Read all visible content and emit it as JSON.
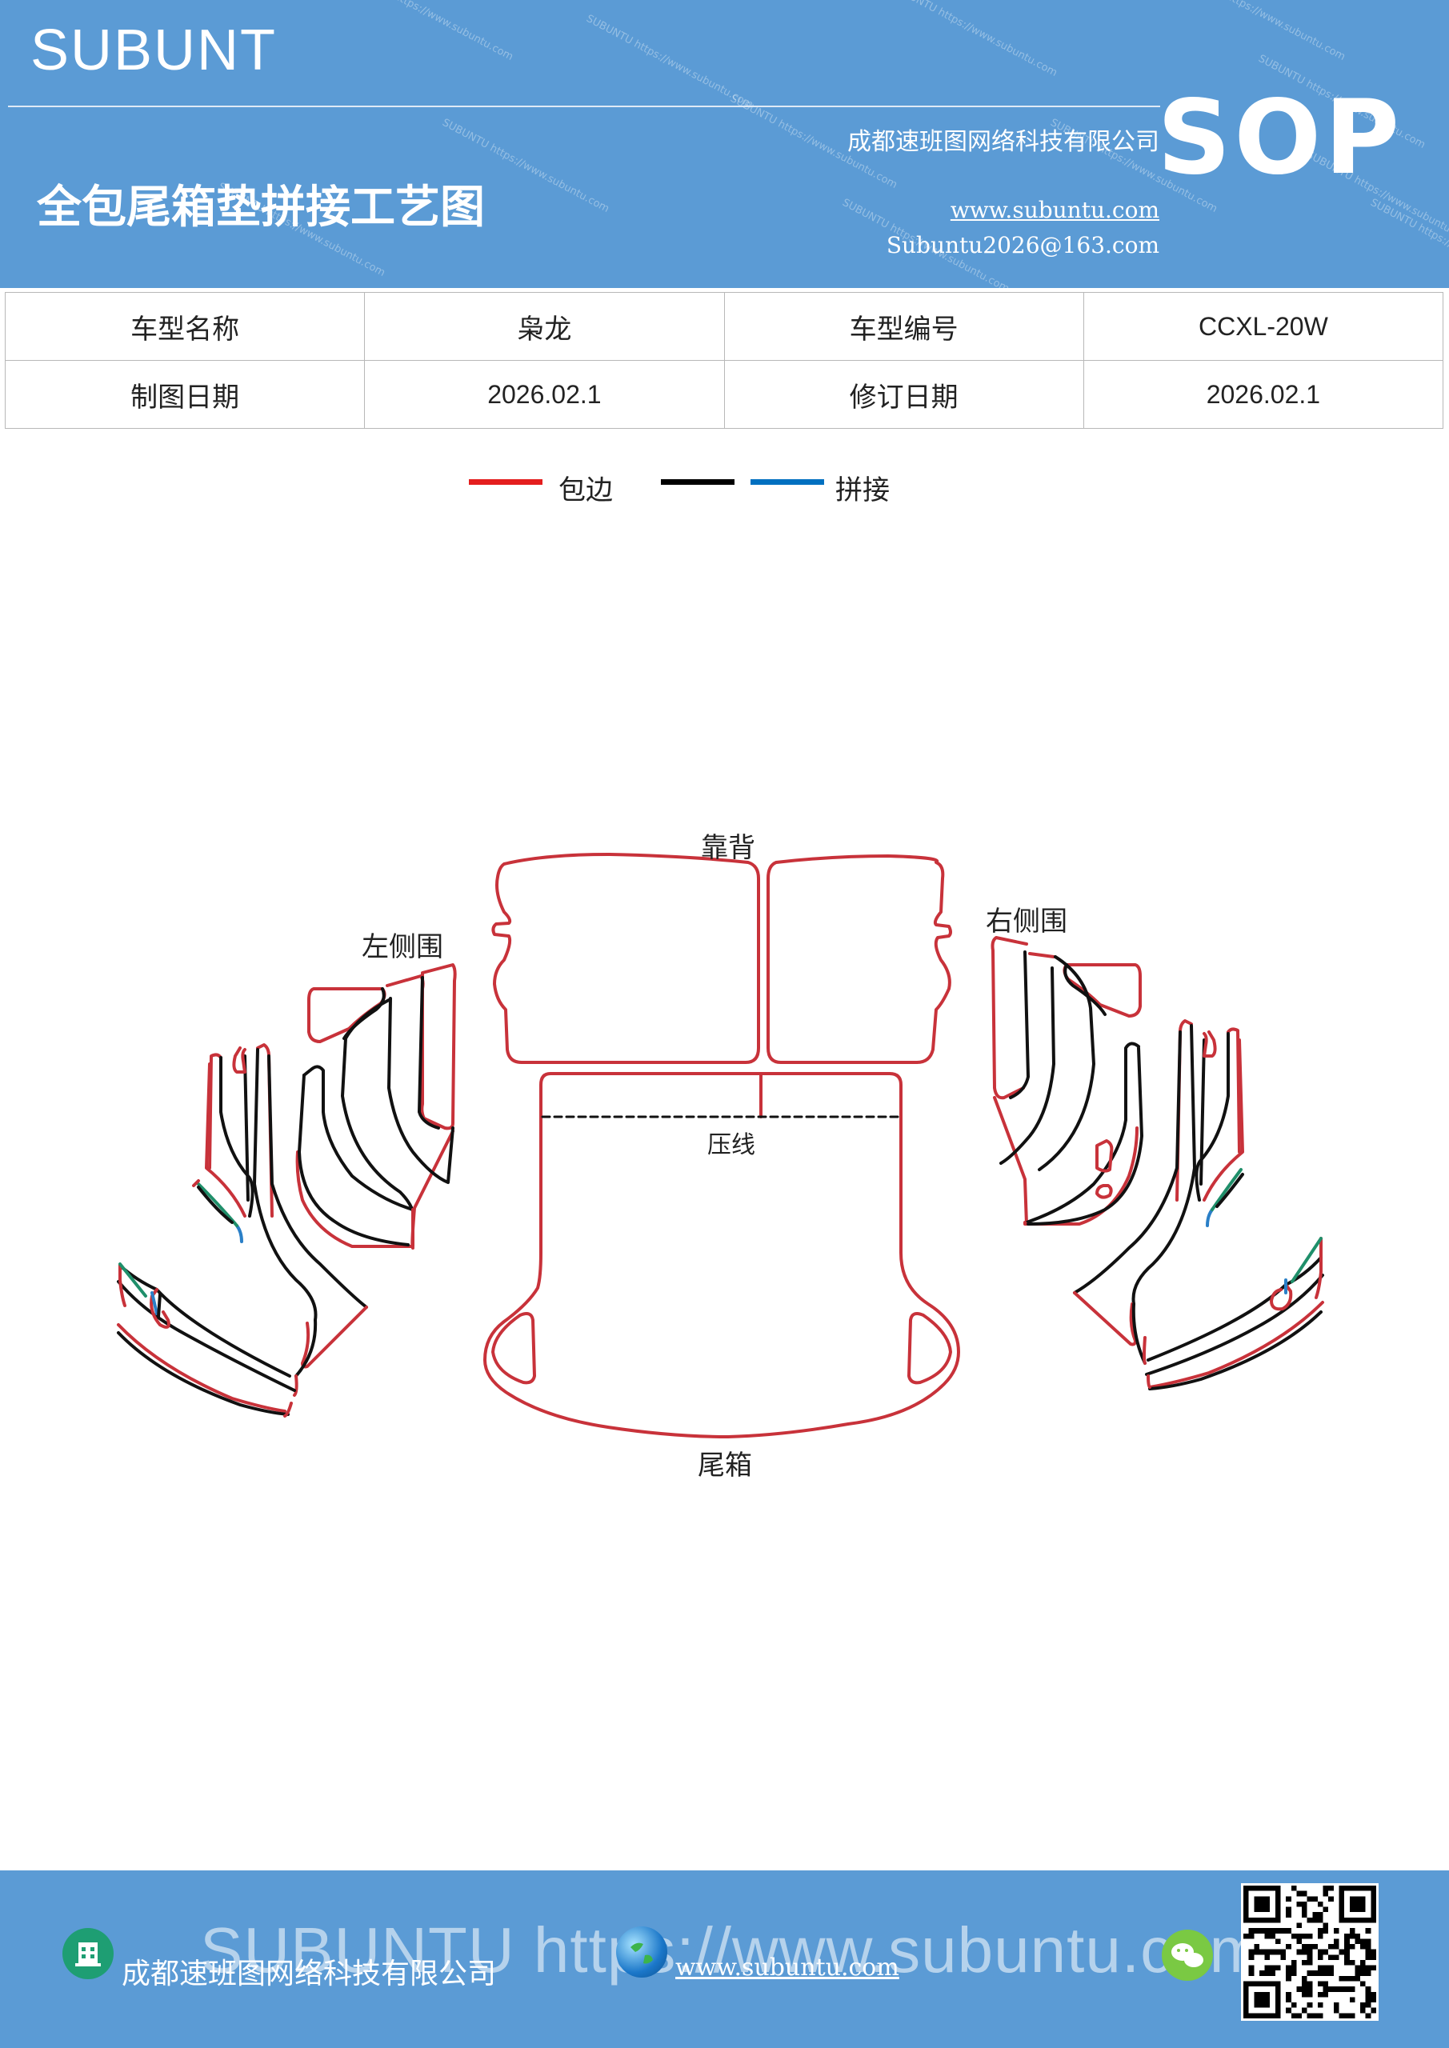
{
  "header": {
    "brand": "SUBUNT",
    "company": "成都速班图网络科技有限公司",
    "title": "全包尾箱垫拼接工艺图",
    "site": "www.subuntu.com",
    "email": "Subuntu2026@163.com",
    "badge": "SOP",
    "watermark": "SUBUNTU https://www.subuntu.com"
  },
  "info": {
    "row1": {
      "model_name_label": "车型名称",
      "model_name": "枭龙",
      "model_no_label": "车型编号",
      "model_no": "CCXL-20W"
    },
    "row2": {
      "drawing_date_label": "制图日期",
      "drawing_date": "2026.02.1",
      "revision_date_label": "修订日期",
      "revision_date": "2026.02.1"
    }
  },
  "legend": {
    "items": [
      {
        "label": "包边",
        "color": "#e41e1e"
      },
      {
        "label": "拼接",
        "colors": [
          "#000000",
          "#0070c0"
        ]
      }
    ]
  },
  "drawing": {
    "labels": {
      "backrest": "靠背",
      "left_side": "左侧围",
      "right_side": "右侧围",
      "crease": "压线",
      "trunk": "尾箱"
    },
    "colors": {
      "edge": "#c8323a",
      "seam": "#111111",
      "blue_seam": "#2a7fc7",
      "green_seam": "#1f8f6a"
    }
  },
  "footer": {
    "watermark_url": "SUBUNTU https://www.subuntu.com",
    "company": "成都速班图网络科技有限公司",
    "url": "www.subuntu.com",
    "icons": [
      "building-icon",
      "globe-icon",
      "wechat-icon",
      "qr-code"
    ]
  }
}
